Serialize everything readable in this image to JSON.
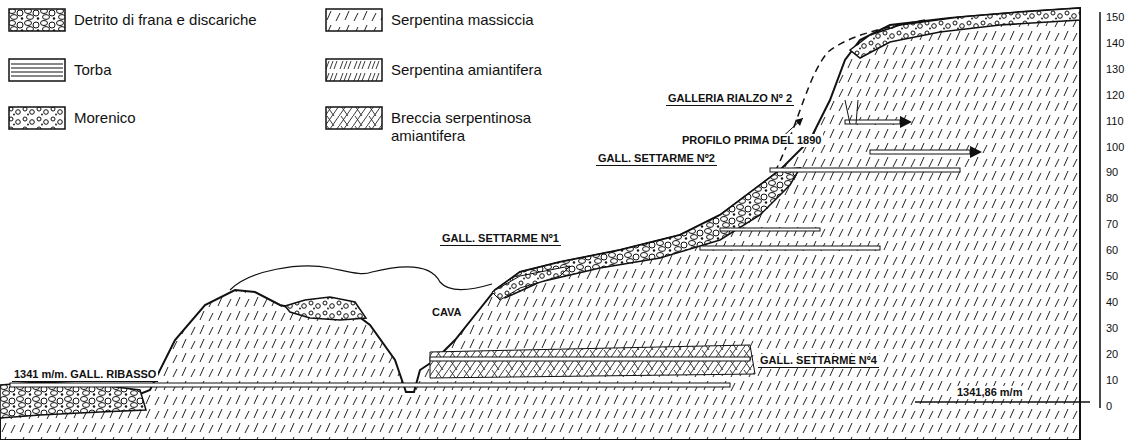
{
  "diagram": {
    "labels": [
      "GALLERIA RIALZO Nº 2",
      "PROFILO PRIMA DEL 1890",
      "GALL. SETTARME Nº2",
      "GALL. SETTARME Nº1",
      "CAVA",
      "GALL. SETTARME Nº4",
      "1341 m/m. GALL. RIBASSO",
      "1341,86 m/m",
      "150",
      "140",
      "130",
      "120",
      "110",
      "100",
      "90",
      "80",
      "70",
      "60",
      "50",
      "40",
      "30",
      "20",
      "10",
      "0"
    ],
    "legend": [
      {
        "text": "Detrito di frana e discariche"
      },
      {
        "text": "Torba"
      },
      {
        "text": "Morenico"
      },
      {
        "text": "Serpentina massiccia"
      },
      {
        "text": "Serpentina amiantifera"
      },
      {
        "text": "Breccia serpentinosa amiantifera"
      }
    ]
  }
}
